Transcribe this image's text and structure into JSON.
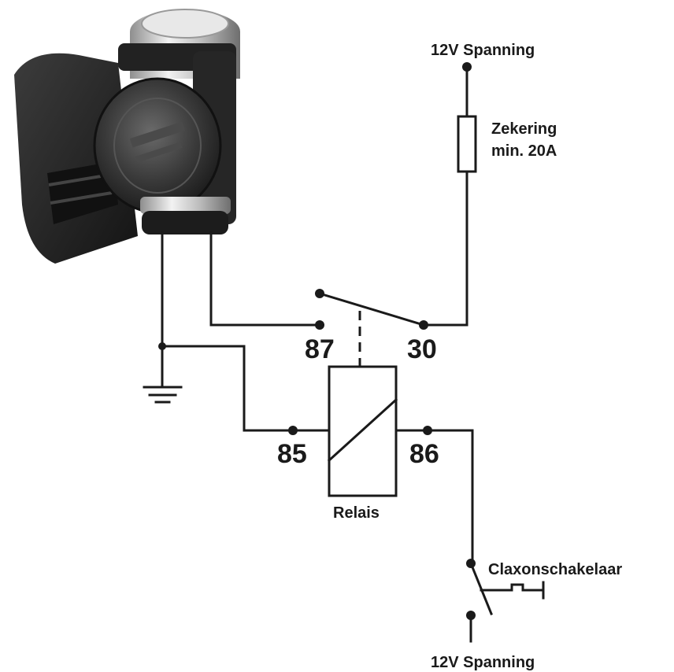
{
  "diagram": {
    "supply_top_label": "12V  Spanning",
    "fuse_label_line1": "Zekering",
    "fuse_label_line2": "min. 20A",
    "terminal_87": "87",
    "terminal_30": "30",
    "terminal_85": "85",
    "terminal_86": "86",
    "relay_label": "Relais",
    "switch_label": "Claxonschakelaar",
    "supply_bottom_label": "12V Spanning"
  },
  "colors": {
    "wire": "#1a1a1a",
    "background": "#ffffff",
    "horn_body": "#2b2b2b",
    "horn_chrome": "#c8c8c8"
  },
  "icons": {
    "horn": "horn-icon",
    "ground": "ground-icon",
    "fuse": "fuse-icon",
    "relay": "relay-coil-icon",
    "switch": "push-switch-icon"
  }
}
